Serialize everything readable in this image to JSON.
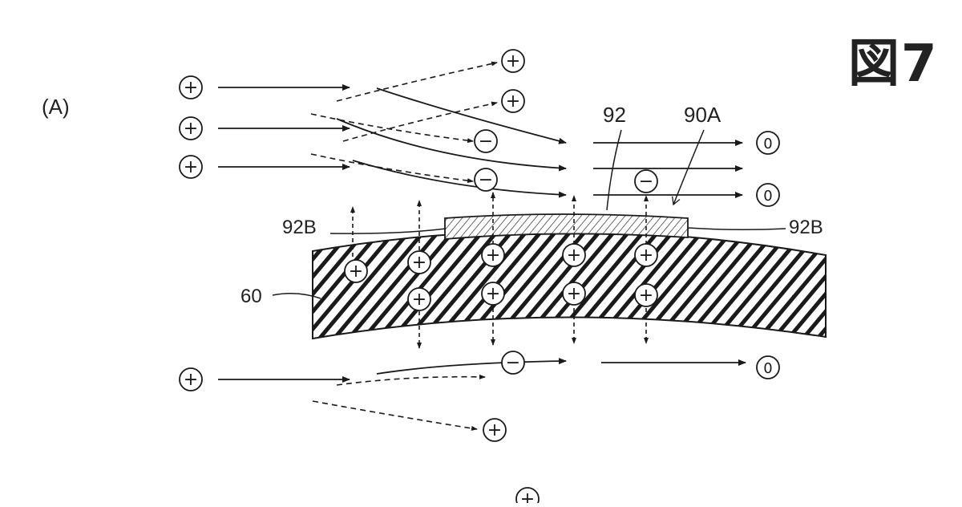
{
  "figure": {
    "title": "図7",
    "panel": "(A)"
  },
  "labels": {
    "film": "92",
    "film_region": "90A",
    "film_edge_left": "92B",
    "film_edge_right": "92B",
    "substrate": "60"
  },
  "symbols": {
    "positive": "+",
    "negative": "−",
    "neutral": "0"
  },
  "colors": {
    "ink": "#1a1a1a",
    "background": "#ffffff"
  }
}
